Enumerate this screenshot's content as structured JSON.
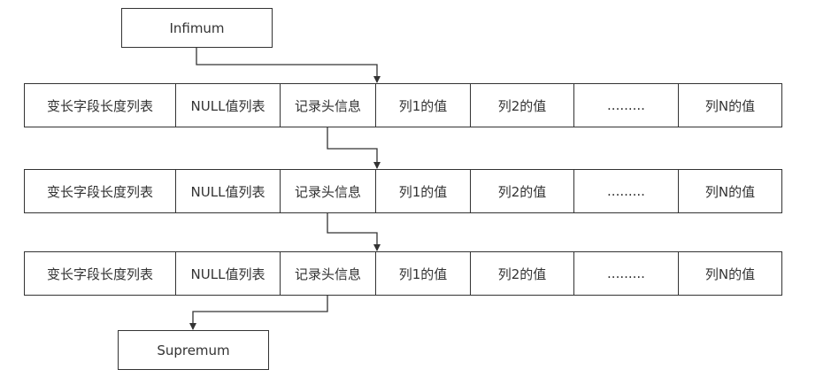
{
  "infimum": "Infimum",
  "supremum": "Supremum",
  "rows": [
    {
      "cells": [
        "变长字段长度列表",
        "NULL值列表",
        "记录头信息",
        "列1的值",
        "列2的值",
        ".........",
        "列N的值"
      ]
    },
    {
      "cells": [
        "变长字段长度列表",
        "NULL值列表",
        "记录头信息",
        "列1的值",
        "列2的值",
        ".........",
        "列N的值"
      ]
    },
    {
      "cells": [
        "变长字段长度列表",
        "NULL值列表",
        "记录头信息",
        "列1的值",
        "列2的值",
        ".........",
        "列N的值"
      ]
    }
  ],
  "colors": {
    "line": "#333333",
    "text": "#333333",
    "background": "#ffffff"
  }
}
